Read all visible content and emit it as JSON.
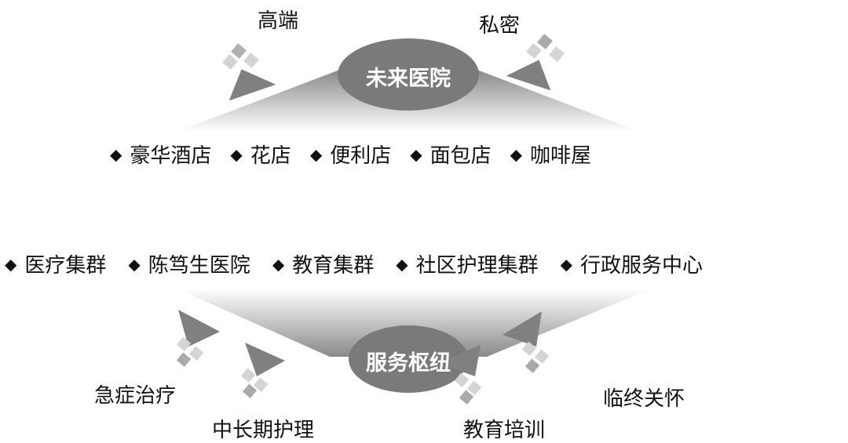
{
  "top_hub": {
    "title": "未来医院",
    "tags": [
      "高端",
      "私密"
    ],
    "items": [
      "豪华酒店",
      "花店",
      "便利店",
      "面包店",
      "咖啡屋"
    ]
  },
  "bottom_hub": {
    "title": "服务枢纽",
    "items": [
      "医疗集群",
      "陈笃生医院",
      "教育集群",
      "社区护理集群",
      "行政服务中心"
    ],
    "services": [
      "急症治疗",
      "中长期护理",
      "教育培训",
      "临终关怀"
    ]
  },
  "bullet": "◆",
  "colors": {
    "hub": "#7a7a7a",
    "triangle": "#808080",
    "tile_dark": "#a9a9a9",
    "tile_light": "#d4d4d4"
  }
}
